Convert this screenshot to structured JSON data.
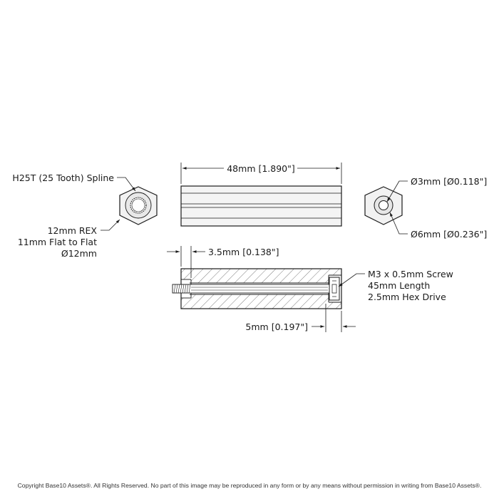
{
  "labels": {
    "spline": "H25T (25 Tooth) Spline",
    "rex_line1": "12mm REX",
    "rex_line2": "11mm Flat to Flat",
    "rex_line3": "Ø12mm",
    "length": "48mm [1.890\"]",
    "bore_small": "Ø3mm [Ø0.118\"]",
    "bore_large": "Ø6mm [Ø0.236\"]",
    "depth_left": "3.5mm [0.138\"]",
    "depth_right": "5mm [0.197\"]",
    "screw_line1": "M3 x 0.5mm Screw",
    "screw_line2": "45mm Length",
    "screw_line3": "2.5mm Hex Drive"
  },
  "footer": {
    "copyright": "Copyright Base10 Assets®.  All Rights Reserved. No part of this image may be reproduced in any form or by any means without permission in writing from Base10 Assets®."
  },
  "colors": {
    "line": "#1a1a1a",
    "hatch": "#444444"
  }
}
